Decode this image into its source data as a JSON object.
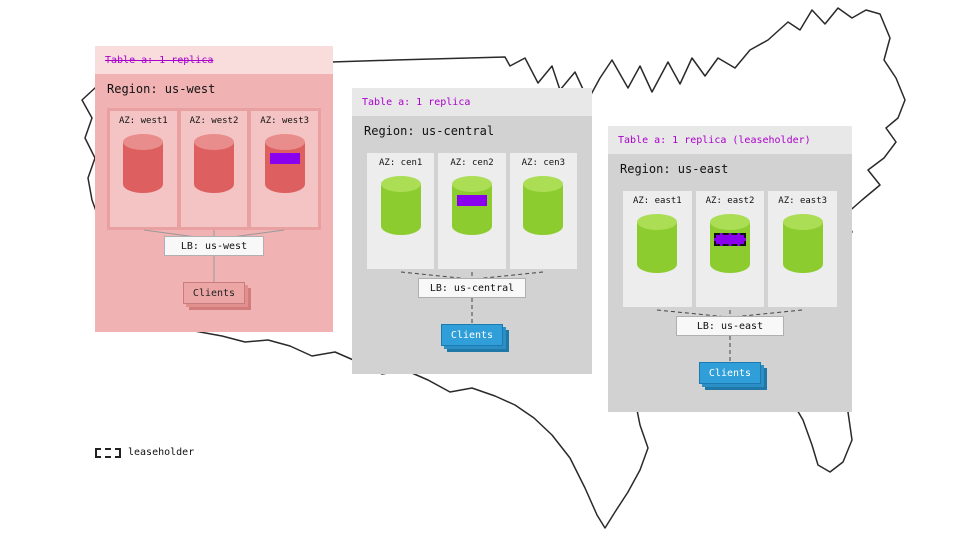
{
  "colors": {
    "purple-text": "#aa00cc",
    "range-purple": "#8800ee",
    "west-header": "#f9dcdc",
    "west-body": "#f0b2b2",
    "west-panel": "#e9a0a0",
    "west-az": "#f4c4c4",
    "red-cyl": "#dd5f5f",
    "red-cyl-top": "#e98c8c",
    "gray-header": "#e8e8e8",
    "gray-body": "#d2d2d2",
    "gray-az": "#ededed",
    "green-cyl": "#8ccc2e",
    "green-cyl-top": "#abdd55",
    "lb-bg": "#f8f8f8",
    "lb-border": "#b0b0b0",
    "client-blue": "#2f9ed9",
    "client-pink": "#eca6a6",
    "line-west": "#999999",
    "line-dashed": "#444444"
  },
  "regions": [
    {
      "name": "us-west",
      "table_label": "Table a: 1 replica",
      "table_struck": true,
      "region_label": "Region: us-west",
      "azs": [
        {
          "label": "AZ: west1",
          "range": false,
          "leaseholder": false
        },
        {
          "label": "AZ: west2",
          "range": false,
          "leaseholder": false
        },
        {
          "label": "AZ: west3",
          "range": true,
          "leaseholder": false
        }
      ],
      "lb_label": "LB: us-west",
      "clients_label": "Clients"
    },
    {
      "name": "us-central",
      "table_label": "Table a: 1 replica",
      "table_struck": false,
      "region_label": "Region: us-central",
      "azs": [
        {
          "label": "AZ: cen1",
          "range": false,
          "leaseholder": false
        },
        {
          "label": "AZ: cen2",
          "range": true,
          "leaseholder": false
        },
        {
          "label": "AZ: cen3",
          "range": false,
          "leaseholder": false
        }
      ],
      "lb_label": "LB: us-central",
      "clients_label": "Clients"
    },
    {
      "name": "us-east",
      "table_label": "Table a: 1 replica (leaseholder)",
      "table_struck": false,
      "region_label": "Region: us-east",
      "azs": [
        {
          "label": "AZ: east1",
          "range": false,
          "leaseholder": false
        },
        {
          "label": "AZ: east2",
          "range": true,
          "leaseholder": true
        },
        {
          "label": "AZ: east3",
          "range": false,
          "leaseholder": false
        }
      ],
      "lb_label": "LB: us-east",
      "clients_label": "Clients"
    }
  ],
  "legend": {
    "label": "leaseholder"
  }
}
